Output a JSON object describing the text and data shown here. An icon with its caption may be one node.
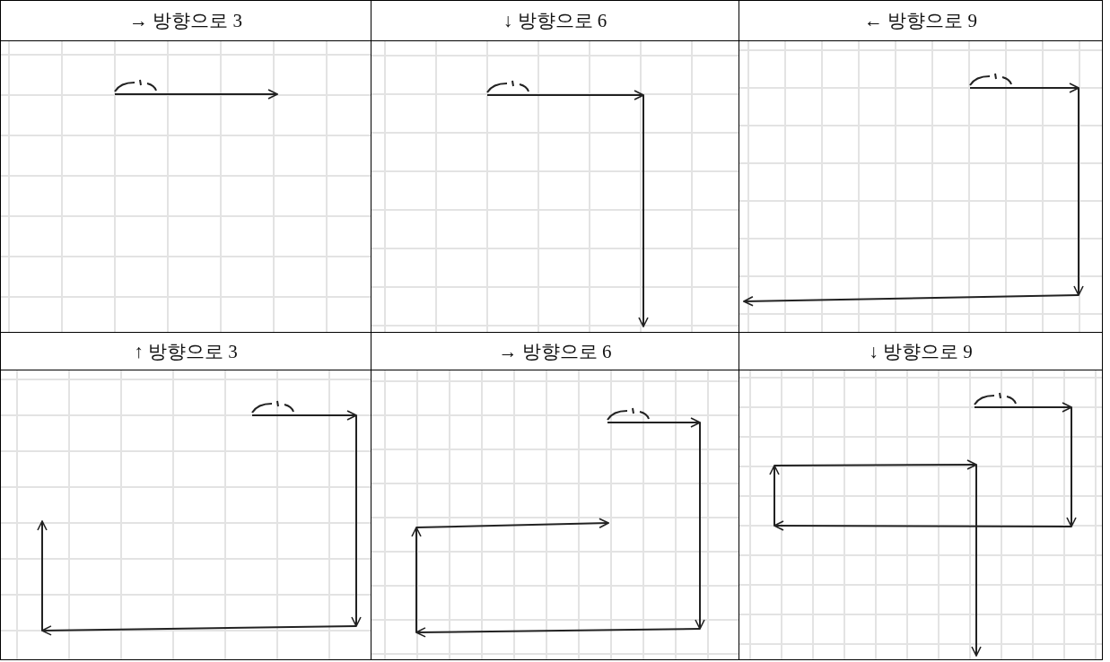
{
  "diagram": {
    "labels": [
      "→ 방향으로 3",
      "↓ 방향으로 6",
      "← 방향으로 9",
      "↑ 방향으로 3",
      "→ 방향으로 6",
      "↓ 방향으로 9"
    ]
  }
}
